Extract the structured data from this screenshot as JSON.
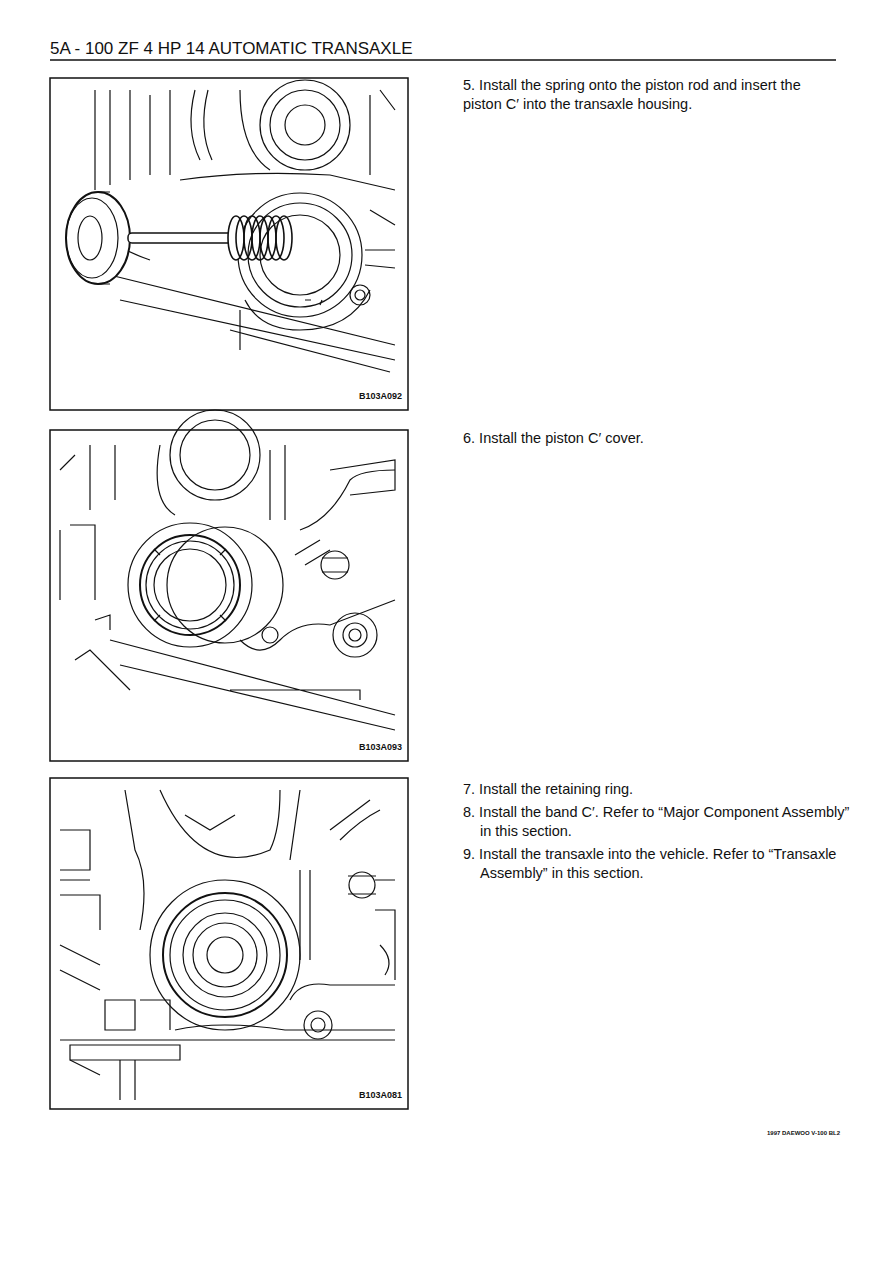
{
  "diagram": {
    "title": "5A - 100 ZF 4 HP 14 AUTOMATIC TRANSAXLE",
    "labels": [
      "5. Install the spring onto the piston rod and insert the piston C′ into the transaxle housing.",
      "6. Install the piston C′ cover.",
      "7. Install the retaining ring.",
      "8. Install the band C′. Refer to “Major Component Assembly” in this section.",
      "9. Install the transaxle into the vehicle. Refer to “Transaxle Assembly” in this section.",
      "B103A092",
      "B103A093",
      "B103A081",
      "1997 DAEWOO V-100 BL2"
    ]
  }
}
